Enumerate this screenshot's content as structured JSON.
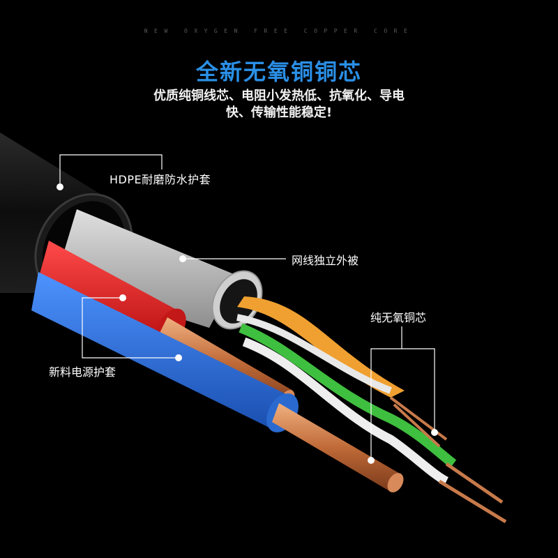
{
  "header": {
    "tagline": "NEW OXYGEN FREE COPPER CORE",
    "title": "全新无氧铜铜芯",
    "subtitle_line1": "优质纯铜线芯、电阻小发热低、抗氧化、导电",
    "subtitle_line2": "快、传输性能稳定!"
  },
  "callouts": {
    "outer_sheath": "HDPE耐磨防水护套",
    "cable_jacket": "网线独立外被",
    "pure_copper_core": "纯无氧铜芯",
    "power_sheath": "新料电源护套"
  },
  "colors": {
    "background": "#000000",
    "title": "#2a8fe6",
    "outer_sheath": "#111111",
    "jacket": "#bdbdbd",
    "power_red": "#e02020",
    "power_blue": "#2a6fd6",
    "pair_orange": "#f0a030",
    "pair_green": "#3fbf3f",
    "copper": "#c87a4a"
  }
}
